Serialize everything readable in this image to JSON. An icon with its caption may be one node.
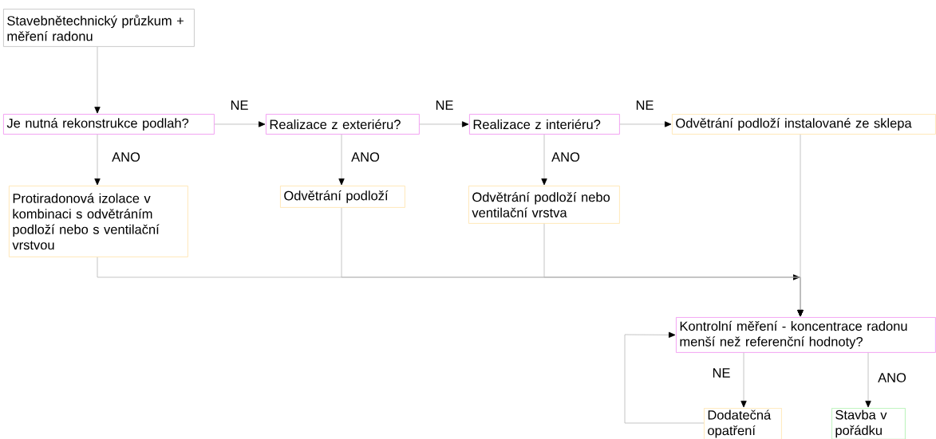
{
  "diagram": {
    "nodes": [
      {
        "text": [
          "Stavebnětechnický průzkum + měření radonu"
        ]
      },
      {
        "text": [
          "Je nutná rekonstrukce podlah?"
        ]
      },
      {
        "text": [
          "Realizace z exteriéru?"
        ]
      },
      {
        "text": [
          "Realizace z interiéru?"
        ]
      },
      {
        "text": [
          "Odvětrání podloží instalované ze sklepa"
        ]
      },
      {
        "text": [
          "Protiradonová izolace v kombinaci s odvětráním podloží nebo s ventilační vrstvou"
        ]
      },
      {
        "text": [
          "Odvětrání podloží"
        ]
      },
      {
        "text": [
          "Odvětrání podloží nebo ventilační vrstva"
        ]
      },
      {
        "text": [
          "Kontrolní měření - koncentrace radonu menší než referenční hodnoty?"
        ]
      },
      {
        "text": [
          "Dodatečná opatření"
        ]
      },
      {
        "text": [
          "Stavba v pořádku"
        ]
      }
    ],
    "edges": [
      {
        "from": 0,
        "to": 1,
        "arrow": "to"
      },
      {
        "from": 1,
        "to": 2,
        "arrow": "to",
        "label": "NE"
      },
      {
        "from": 2,
        "to": 3,
        "arrow": "to",
        "label": "NE"
      },
      {
        "from": 3,
        "to": 4,
        "arrow": "to",
        "label": "NE"
      },
      {
        "from": 1,
        "to": 5,
        "arrow": "to",
        "label": "ANO"
      },
      {
        "from": 2,
        "to": 6,
        "arrow": "to",
        "label": "ANO"
      },
      {
        "from": 3,
        "to": 7,
        "arrow": "to",
        "label": "ANO"
      },
      {
        "from": 5,
        "to": 8,
        "arrow": "to"
      },
      {
        "from": 6,
        "to": 8,
        "arrow": "to"
      },
      {
        "from": 7,
        "to": 8,
        "arrow": "to"
      },
      {
        "from": 4,
        "to": 8,
        "arrow": "to"
      },
      {
        "from": 8,
        "to": 9,
        "arrow": "to",
        "label": "NE"
      },
      {
        "from": 8,
        "to": 10,
        "arrow": "to",
        "label": "ANO"
      },
      {
        "from": 9,
        "to": 8,
        "arrow": "to"
      }
    ]
  }
}
